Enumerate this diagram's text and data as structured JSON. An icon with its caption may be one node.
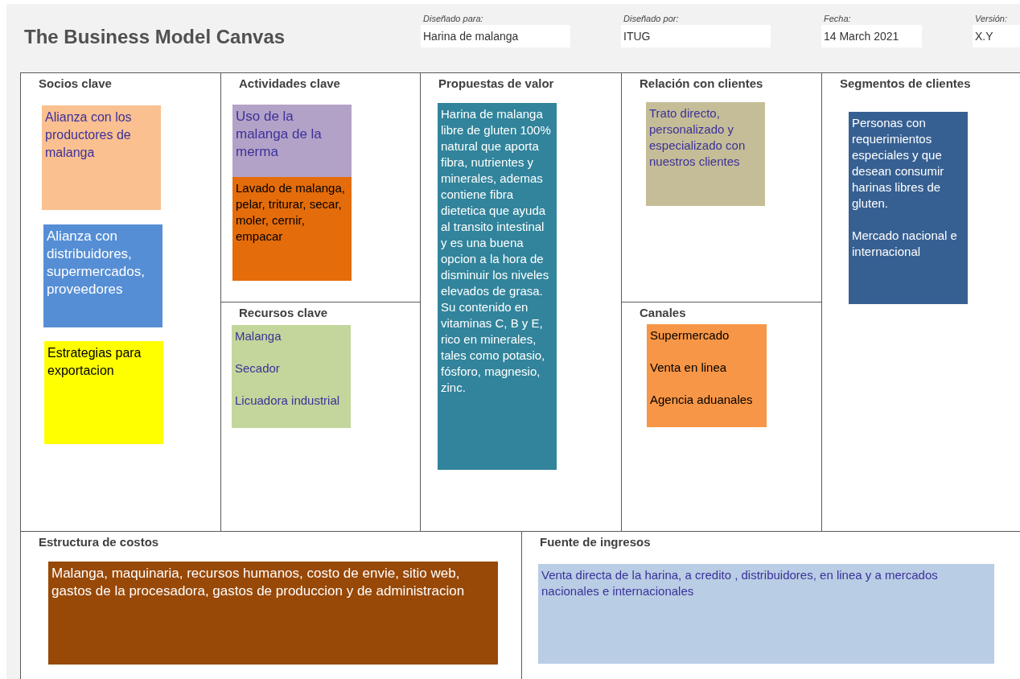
{
  "diagram": {
    "title": "The Business Model Canvas",
    "nodes": [
      {
        "text": [
          "Socios clave"
        ]
      },
      {
        "text": [
          "Alianza con los productores de malanga"
        ],
        "in": 0
      },
      {
        "text": [
          "Alianza con distribuidores, supermercados, proveedores"
        ],
        "in": 0
      },
      {
        "text": [
          "Estrategias para exportacion"
        ],
        "in": 0
      },
      {
        "text": [
          "Actividades clave"
        ]
      },
      {
        "text": [
          "Uso de la malanga de la merma"
        ],
        "in": 4
      },
      {
        "text": [
          "Lavado de malanga, pelar, triturar, secar, moler, cernir, empacar"
        ],
        "in": 4
      },
      {
        "text": [
          "Recursos clave"
        ]
      },
      {
        "text": [
          "Malanga",
          "Secador",
          "Licuadora industrial"
        ],
        "in": 7
      },
      {
        "text": [
          "Propuestas de valor"
        ]
      },
      {
        "text": [
          "Harina de malanga libre de gluten 100% natural que aporta fibra, nutrientes y minerales, ademas contiene fibra dietetica que ayuda al transito intestinal y es una buena opcion a la hora de  disminuir los niveles elevados de grasa.",
          "Su contenido en vitaminas C, B y E, rico en minerales, tales como potasio, fósforo, magnesio, zinc."
        ],
        "in": 9
      },
      {
        "text": [
          "Relación con clientes"
        ]
      },
      {
        "text": [
          "Trato directo, personalizado y especializado con nuestros clientes"
        ],
        "in": 11
      },
      {
        "text": [
          "Canales"
        ]
      },
      {
        "text": [
          "Supermercado",
          "Venta en linea",
          "Agencia aduanales"
        ],
        "in": 13
      },
      {
        "text": [
          "Segmentos de clientes"
        ]
      },
      {
        "text": [
          "Personas con requerimientos especiales y que desean consumir harinas libres de gluten.",
          "Mercado nacional e internacional"
        ],
        "in": 15
      },
      {
        "text": [
          "Estructura de costos"
        ]
      },
      {
        "text": [
          "Malanga, maquinaria, recursos humanos, costo de envie, sitio web, gastos de la procesadora, gastos de produccion y de administracion"
        ],
        "in": 17
      },
      {
        "text": [
          "Fuente de ingresos"
        ]
      },
      {
        "text": [
          "Venta directa de la harina, a credito , distribuidores, en linea y a mercados nacionales e internacionales"
        ],
        "in": 19
      },
      {
        "text": [
          "Harina de malanga"
        ],
        "beside": [
          "Diseñado para:"
        ]
      },
      {
        "text": [
          "ITUG"
        ],
        "beside": [
          "Diseñado por:"
        ]
      },
      {
        "text": [
          "14 March 2021"
        ],
        "beside": [
          "Fecha:"
        ]
      },
      {
        "text": [
          "X.Y"
        ],
        "beside": [
          "Versión:"
        ]
      }
    ]
  }
}
